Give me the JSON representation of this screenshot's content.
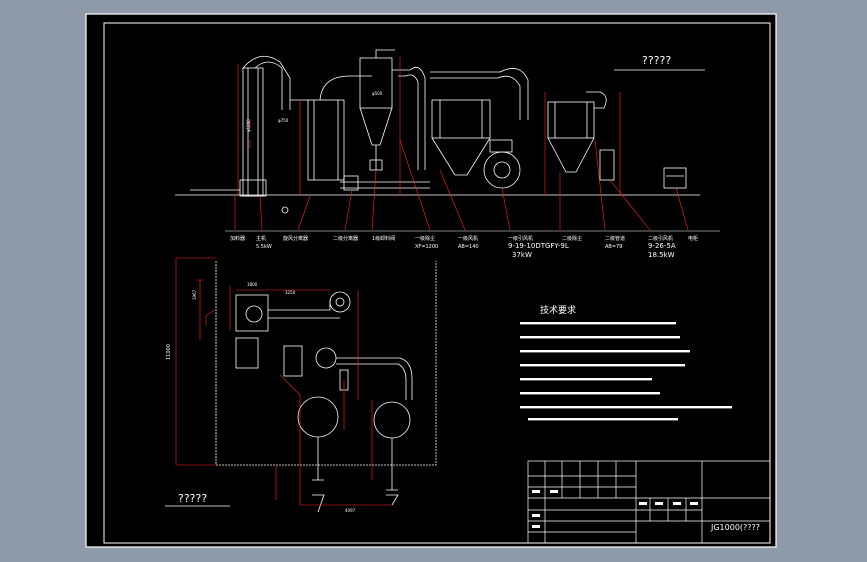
{
  "drawing": {
    "front_view_title": "?????",
    "plan_view_title": "?????",
    "drawing_number": "JG1000(????",
    "requirements_title": "技术要求"
  },
  "equipment_labels": [
    {
      "name": "加料器",
      "id": "feeder"
    },
    {
      "name": "主机",
      "sub": "5.5kW",
      "id": "main-mill"
    },
    {
      "name": "旋风分离器",
      "id": "cyclone"
    },
    {
      "name": "二级分离器",
      "id": "secondary-separator"
    },
    {
      "name": "1级卸料阀",
      "id": "discharge-valve-1"
    },
    {
      "name": "一级除尘",
      "sub": "XF=1200",
      "id": "dust-collector-1"
    },
    {
      "name": "一级风机",
      "sub": "AB=140",
      "id": "fan-1"
    },
    {
      "name": "一级引风机",
      "sub": "9-19-10DTGFY-9L",
      "sub2": "37kW",
      "id": "induced-fan-1"
    },
    {
      "name": "二级除尘",
      "id": "dust-collector-2"
    },
    {
      "name": "二级管道",
      "sub": "AB=79",
      "id": "duct-2"
    },
    {
      "name": "二级引风机",
      "sub": "9-26-5A",
      "sub2": "18.5kW",
      "id": "induced-fan-2"
    },
    {
      "name": "电柜",
      "id": "control-cabinet"
    }
  ],
  "dimensions": {
    "plan_total": "11000",
    "plan_width_1": "1800",
    "plan_width_2": "3250",
    "plan_bottom": "4097",
    "plan_left": "1967",
    "front_1": "φ1200",
    "front_2": "φ750",
    "front_3": "φ500"
  }
}
